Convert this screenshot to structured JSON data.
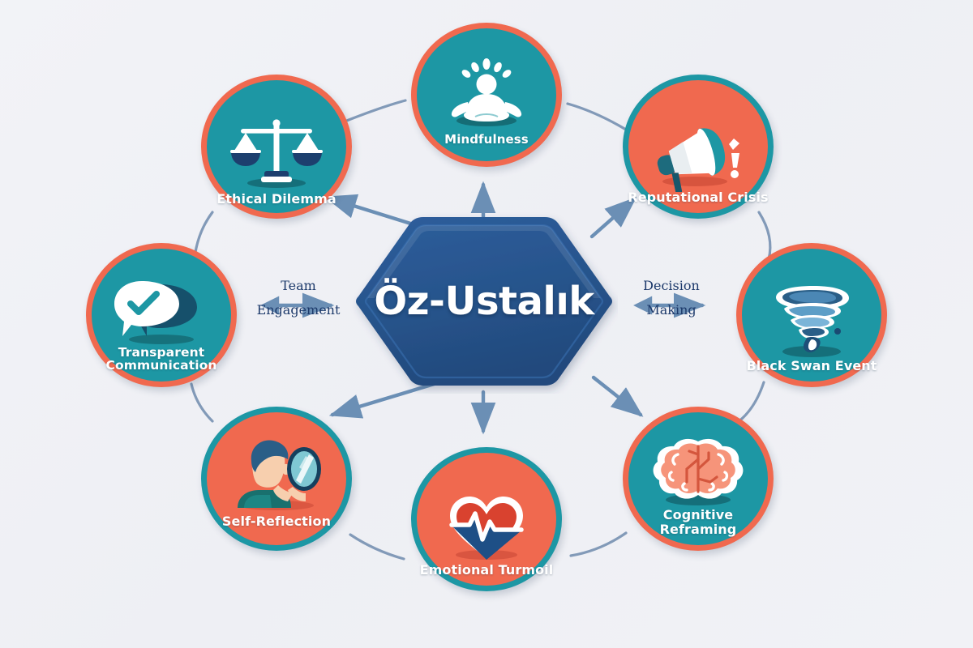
{
  "diagram": {
    "title": "Öz-Ustalık",
    "background_color": "#f0f1f5",
    "center": {
      "label": "Öz-Ustalık",
      "shape": "hexagon",
      "fill": "#27548c"
    },
    "palette": {
      "teal": "#1d97a4",
      "coral": "#f0694f",
      "hex_blue": "#27548c",
      "arrow_blue": "#6b8fb5",
      "label_text": "#1d3a6b",
      "node_text": "#ffffff"
    },
    "nodes": [
      {
        "id": "mindfulness",
        "label": "Mindfulness",
        "icon": "meditation-figure-icon",
        "fill": "teal",
        "border": "coral",
        "position": "top"
      },
      {
        "id": "reputational-crisis",
        "label": "Reputational Crisis",
        "icon": "megaphone-icon",
        "fill": "coral",
        "border": "teal",
        "position": "top-right"
      },
      {
        "id": "black-swan-event",
        "label": "Black Swan Event",
        "icon": "tornado-icon",
        "fill": "teal",
        "border": "coral",
        "position": "right"
      },
      {
        "id": "cognitive-reframing",
        "label": "Cognitive Reframing",
        "icon": "brain-icon",
        "fill": "teal",
        "border": "coral",
        "position": "bottom-right"
      },
      {
        "id": "emotional-turmoil",
        "label": "Emotional Turmoil",
        "icon": "heart-pulse-icon",
        "fill": "coral",
        "border": "teal",
        "position": "bottom"
      },
      {
        "id": "self-reflection",
        "label": "Self-Reflection",
        "icon": "person-mirror-icon",
        "fill": "coral",
        "border": "teal",
        "position": "bottom-left"
      },
      {
        "id": "transparent-communication",
        "label": "Transparent Communication",
        "icon": "speech-bubbles-check-icon",
        "fill": "teal",
        "border": "coral",
        "position": "left"
      },
      {
        "id": "ethical-dilemma",
        "label": "Ethical Dilemma",
        "icon": "balance-scales-icon",
        "fill": "teal",
        "border": "coral",
        "position": "top-left"
      }
    ],
    "connectors": [
      {
        "id": "team-engagement",
        "line1": "Team",
        "line2": "Engagement",
        "style": "double-headed-arrow",
        "side": "left"
      },
      {
        "id": "decision-making",
        "line1": "Decision",
        "line2": "Making",
        "style": "double-headed-arrow",
        "side": "right"
      }
    ]
  }
}
